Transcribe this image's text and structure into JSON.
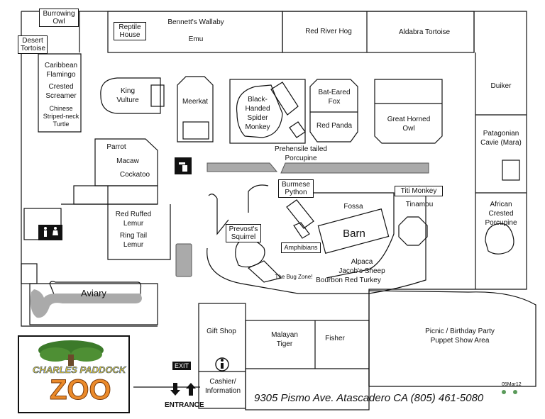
{
  "exhibits": {
    "burrowing_owl": "Burrowing Owl",
    "desert_tortoise": "Desert Tortoise",
    "reptile_house": "Reptile House",
    "bennetts_wallaby": "Bennett's Wallaby",
    "emu": "Emu",
    "red_river_hog": "Red River Hog",
    "aldabra_tortoise": "Aldabra Tortoise",
    "caribbean_flamingo": "Caribbean Flamingo",
    "crested_screamer": "Crested Screamer",
    "chinese_turtle": "Chinese Striped-neck Turtle",
    "king_vulture": "King Vulture",
    "meerkat": "Meerkat",
    "spider_monkey": "Black-Handed Spider Monkey",
    "bat_eared_fox": "Bat-Eared Fox",
    "red_panda": "Red Panda",
    "great_horned_owl": "Great Horned Owl",
    "duiker": "Duiker",
    "patagonian_cavie": "Patagonian Cavie (Mara)",
    "prehensile_porcupine": "Prehensile tailed Porcupine",
    "parrot": "Parrot",
    "macaw": "Macaw",
    "cockatoo": "Cockatoo",
    "burmese_python": "Burmese Python",
    "fossa": "Fossa",
    "titi_monkey": "Titi Monkey",
    "tinamou": "Tinamou",
    "african_porcupine": "African Crested Porcupine",
    "red_ruffed_lemur": "Red Ruffed Lemur",
    "ring_tail_lemur": "Ring Tail Lemur",
    "prevosts_squirrel": "Prevost's Squirrel",
    "amphibians": "Amphibians",
    "barn": "Barn",
    "bug_zone": "The Bug Zone!",
    "alpaca": "Alpaca",
    "jacobs_sheep": "Jacob's Sheep",
    "bourbon_turkey": "Bourbon Red Turkey",
    "aviary": "Aviary",
    "gift_shop": "Gift Shop",
    "malayan_tiger": "Malayan Tiger",
    "fisher": "Fisher",
    "picnic": "Picnic / Birthday Party",
    "puppet_show": "Puppet Show Area",
    "cashier": "Cashier/ Information"
  },
  "footer": {
    "address": "9305 Pismo Ave.  Atascadero CA (805) 461-5080",
    "exit": "EXIT",
    "entrance": "ENTRANCE",
    "version": "05Mar12"
  },
  "logo": {
    "name": "CHARLES PADDOCK",
    "zoo": "ZOO"
  },
  "icons": {
    "restroom": "restroom-icon",
    "water": "drinking-fountain-icon",
    "info": "information-icon"
  }
}
